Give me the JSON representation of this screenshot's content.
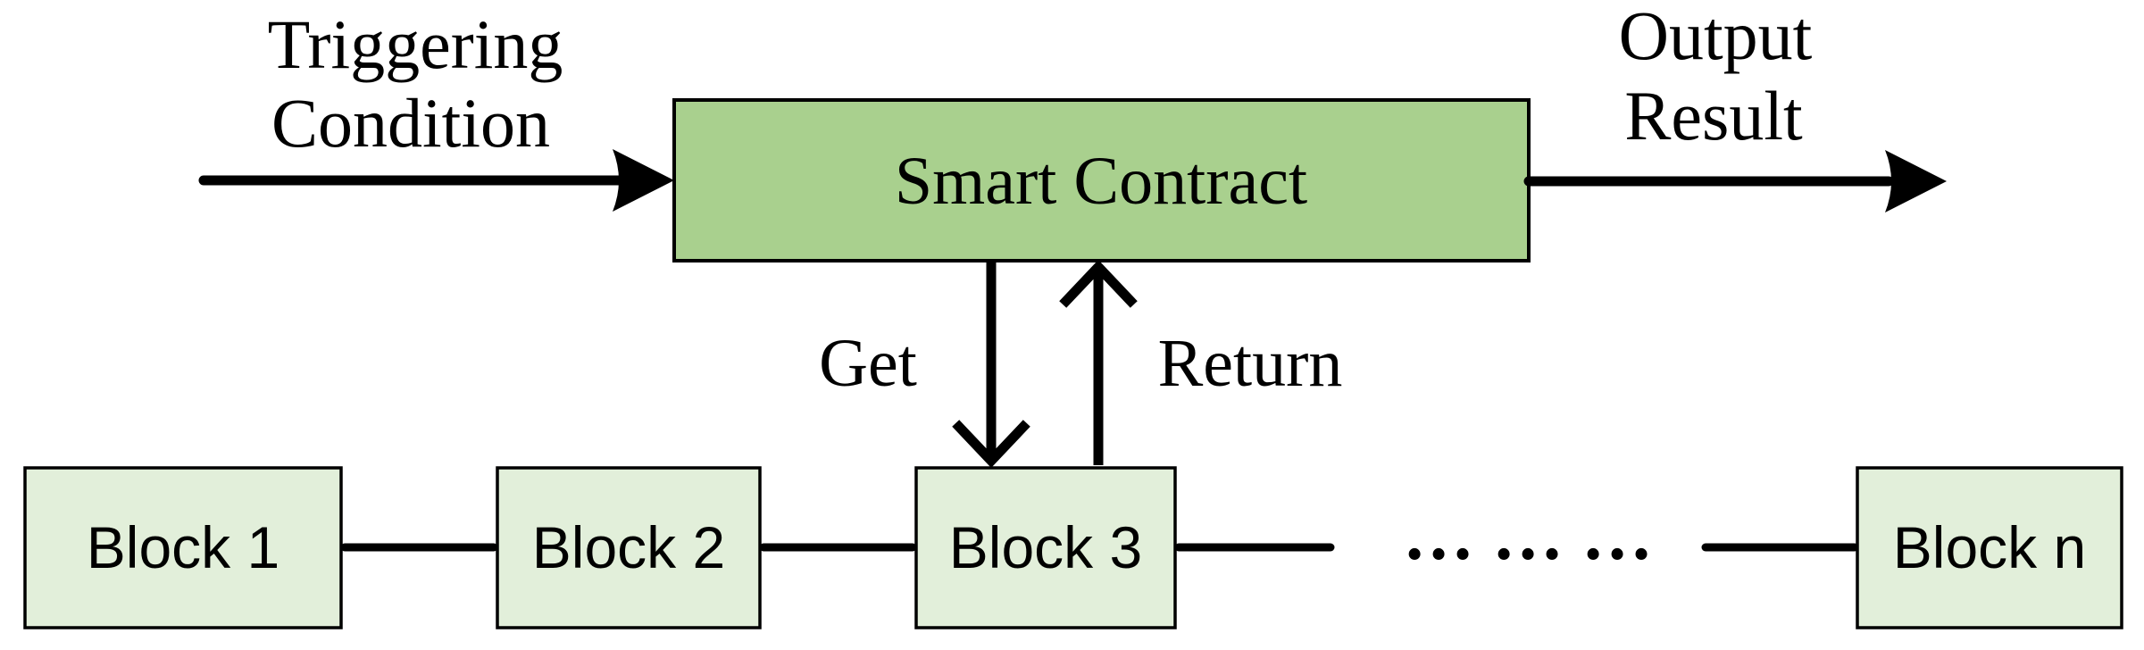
{
  "diagram": {
    "type": "flow-diagram",
    "labels": {
      "trigger": {
        "line1": "Triggering",
        "line2": "Condition"
      },
      "output": {
        "line1": "Output",
        "line2": "Result"
      },
      "smart_contract": "Smart Contract",
      "get": "Get",
      "return": "Return",
      "ellipsis": "… … …"
    },
    "blocks": [
      {
        "label": "Block 1"
      },
      {
        "label": "Block 2"
      },
      {
        "label": "Block 3"
      },
      {
        "label": "Block n"
      }
    ],
    "edges": [
      {
        "from": "Triggering Condition",
        "to": "Smart Contract"
      },
      {
        "from": "Smart Contract",
        "to": "Output Result"
      },
      {
        "from": "Smart Contract",
        "to": "Block 3",
        "label": "Get"
      },
      {
        "from": "Block 3",
        "to": "Smart Contract",
        "label": "Return"
      },
      {
        "from": "Block 1",
        "to": "Block 2"
      },
      {
        "from": "Block 2",
        "to": "Block 3"
      },
      {
        "from": "Block 3",
        "to": "Block n",
        "via": "… … …"
      }
    ],
    "colors": {
      "background": "#ffffff",
      "line": "#000000",
      "contract_fill": "#a9d08e",
      "block_fill": "#e2efda"
    }
  }
}
